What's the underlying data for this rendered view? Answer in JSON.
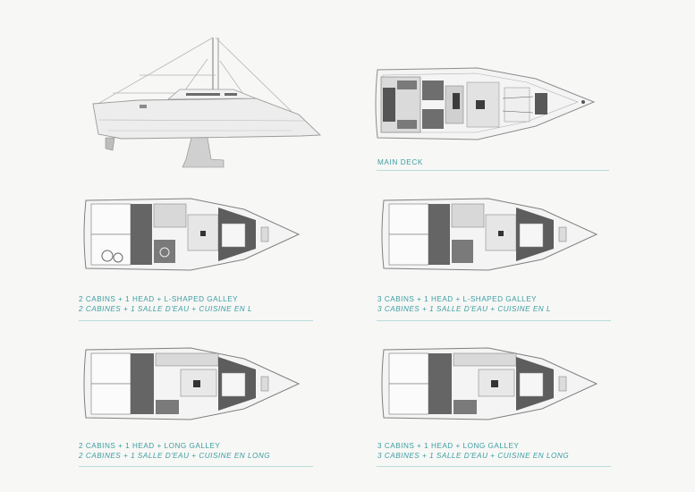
{
  "main_deck": {
    "label": "MAIN DECK"
  },
  "layouts": [
    {
      "id": "2c-l",
      "en": "2 CABINS + 1 HEAD + L-SHAPED GALLEY",
      "fr": "2 CABINES + 1 SALLE D'EAU + CUISINE EN L"
    },
    {
      "id": "3c-l",
      "en": "3 CABINS + 1 HEAD + L-SHAPED GALLEY",
      "fr": "3 CABINES + 1 SALLE D'EAU + CUISINE EN L"
    },
    {
      "id": "2c-long",
      "en": "2 CABINS + 1 HEAD + LONG GALLEY",
      "fr": "2 CABINES + 1 SALLE D'EAU + CUISINE EN LONG"
    },
    {
      "id": "3c-long",
      "en": "3 CABINS + 1 HEAD + LONG GALLEY",
      "fr": "3 CABINES + 1 SALLE D'EAU + CUISINE EN LONG"
    }
  ]
}
